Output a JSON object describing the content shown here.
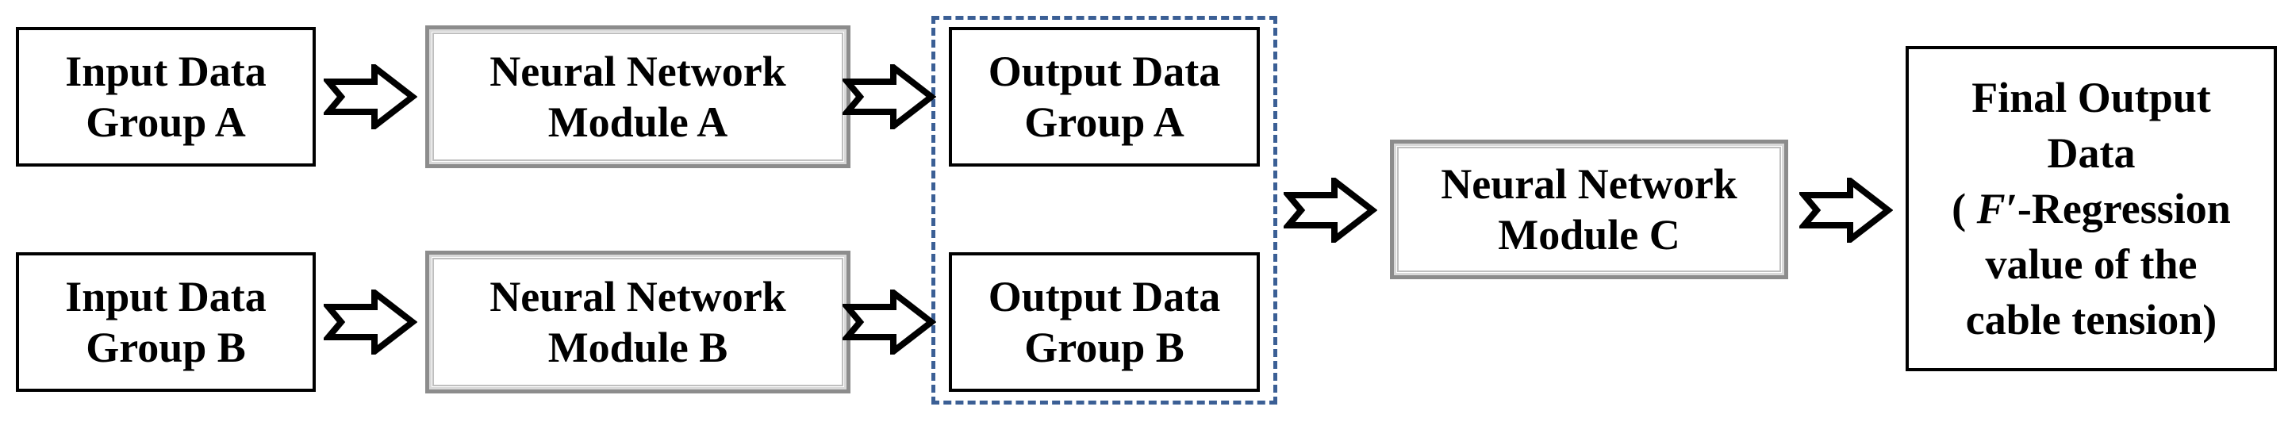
{
  "nodes": {
    "input_a": {
      "lines": [
        "Input Data",
        "Group A"
      ]
    },
    "input_b": {
      "lines": [
        "Input Data",
        "Group B"
      ]
    },
    "module_a": {
      "lines": [
        "Neural Network",
        "Module A"
      ]
    },
    "module_b": {
      "lines": [
        "Neural Network",
        "Module B"
      ]
    },
    "output_a": {
      "lines": [
        "Output Data",
        "Group A"
      ]
    },
    "output_b": {
      "lines": [
        "Output Data",
        "Group B"
      ]
    },
    "module_c": {
      "lines": [
        "Neural Network",
        "Module C"
      ]
    },
    "final_output": {
      "lines": [
        "Final Output",
        "Data"
      ],
      "paren_open": "( ",
      "symbol": "F′",
      "after_symbol": "-Regression",
      "line4": "value of the",
      "line5": "cable tension)"
    }
  },
  "edges": [
    {
      "from": "input_a",
      "to": "module_a"
    },
    {
      "from": "module_a",
      "to": "output_a"
    },
    {
      "from": "input_b",
      "to": "module_b"
    },
    {
      "from": "module_b",
      "to": "output_b"
    },
    {
      "from": "output_group",
      "to": "module_c"
    },
    {
      "from": "module_c",
      "to": "final_output"
    }
  ],
  "colors": {
    "box_border": "#000000",
    "module_border": "#8c8c8c",
    "dashed_group": "#3b5f95",
    "arrow_outline": "#000000"
  },
  "icons": {
    "arrow": "hollow-right-arrow-icon"
  }
}
